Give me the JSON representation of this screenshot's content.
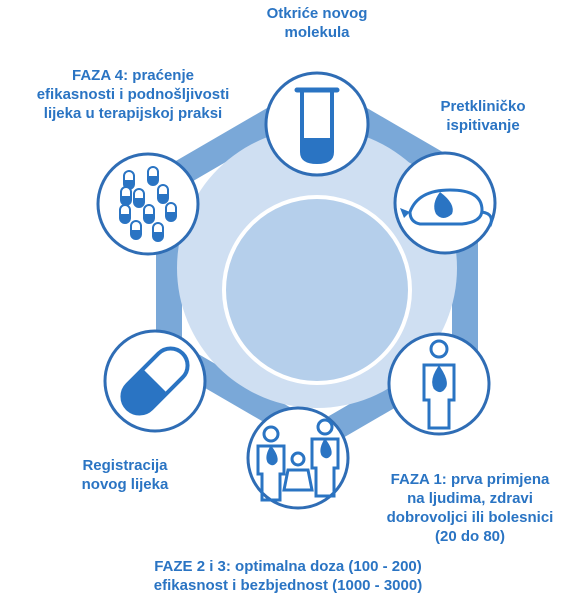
{
  "diagram": {
    "colors": {
      "accent": "#2a74c3",
      "ring": "#7aa8d8",
      "disc": "#cfdff2",
      "center": "#b5cfeb",
      "node_fill": "#ffffff",
      "node_stroke": "#2f6db5",
      "icon_fill": "#2a74c3"
    },
    "stages": [
      {
        "key": "discovery",
        "label": "Otkriće novog\nmolekula",
        "icon": "test-tube-icon"
      },
      {
        "key": "preclinical",
        "label": "Pretkliničko\nispitivanje",
        "icon": "lab-mouse-icon"
      },
      {
        "key": "phase1",
        "label": "FAZA 1: prva primjena\nna ljudima, zdravi\ndobrovoljci ili bolesnici\n(20 do 80)",
        "icon": "person-icon"
      },
      {
        "key": "phase23",
        "label": "FAZE 2 i 3: optimalna doza (100 - 200)\nefikasnost i bezbjednost (1000 - 3000)",
        "icon": "family-icon"
      },
      {
        "key": "registration",
        "label": "Registracija\nnovog lijeka",
        "icon": "capsule-icon"
      },
      {
        "key": "phase4",
        "label": "FAZA 4: praćenje\nefikasnosti i podnošljivosti\nlijeka u terapijskoj praksi",
        "icon": "pills-icon"
      }
    ]
  }
}
